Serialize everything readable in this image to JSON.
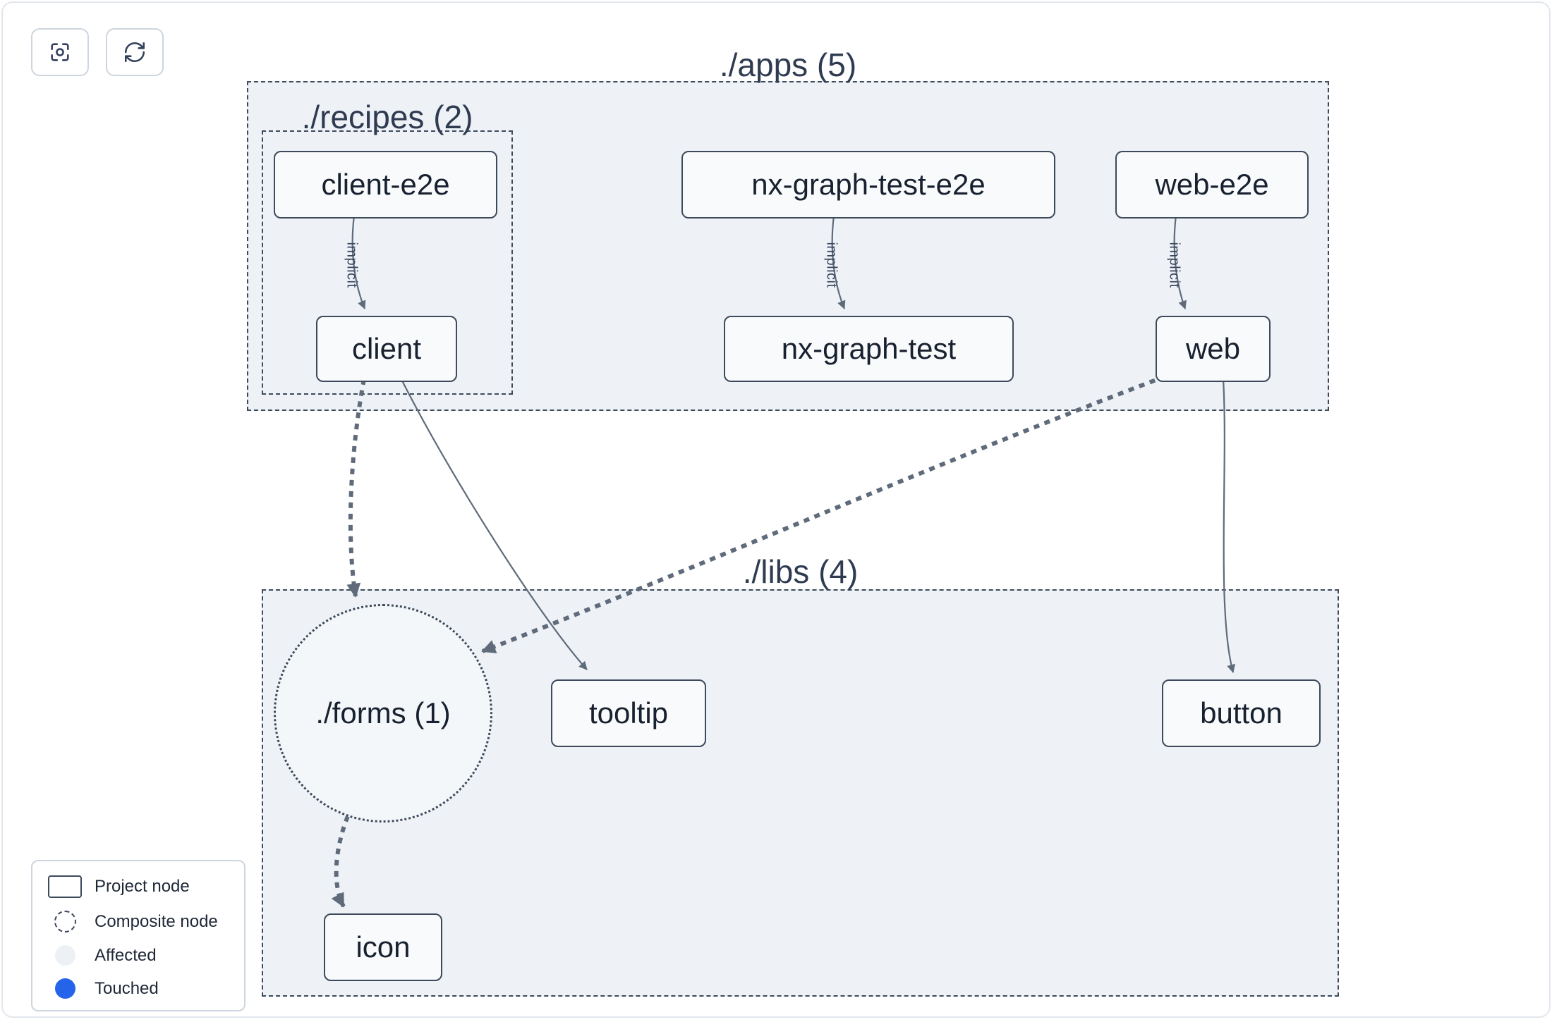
{
  "toolbar": {
    "focus_button": "focus-icon",
    "refresh_button": "refresh-icon"
  },
  "graph": {
    "groups": {
      "apps": {
        "label": "./apps (5)"
      },
      "recipes": {
        "label": "./recipes (2)"
      },
      "libs": {
        "label": "./libs (4)"
      }
    },
    "composite_nodes": {
      "forms": {
        "label": "./forms (1)"
      }
    },
    "nodes": {
      "client_e2e": {
        "label": "client-e2e"
      },
      "nx_graph_test_e2e": {
        "label": "nx-graph-test-e2e"
      },
      "web_e2e": {
        "label": "web-e2e"
      },
      "client": {
        "label": "client"
      },
      "nx_graph_test": {
        "label": "nx-graph-test"
      },
      "web": {
        "label": "web"
      },
      "tooltip": {
        "label": "tooltip"
      },
      "button": {
        "label": "button"
      },
      "icon": {
        "label": "icon"
      }
    },
    "edge_labels": {
      "implicit": "implicit"
    }
  },
  "legend": {
    "items": [
      {
        "label": "Project node"
      },
      {
        "label": "Composite node"
      },
      {
        "label": "Affected"
      },
      {
        "label": "Touched"
      }
    ]
  },
  "colors": {
    "touched": "#2563eb",
    "affected": "#edf0f4",
    "edge": "#5f6b7a",
    "group_fill": "#eef2f7",
    "group_border": "#3d4a5c",
    "node_border": "#3d4a5c",
    "node_fill": "#f9fafc",
    "canvas_border": "#e3e7ed"
  }
}
